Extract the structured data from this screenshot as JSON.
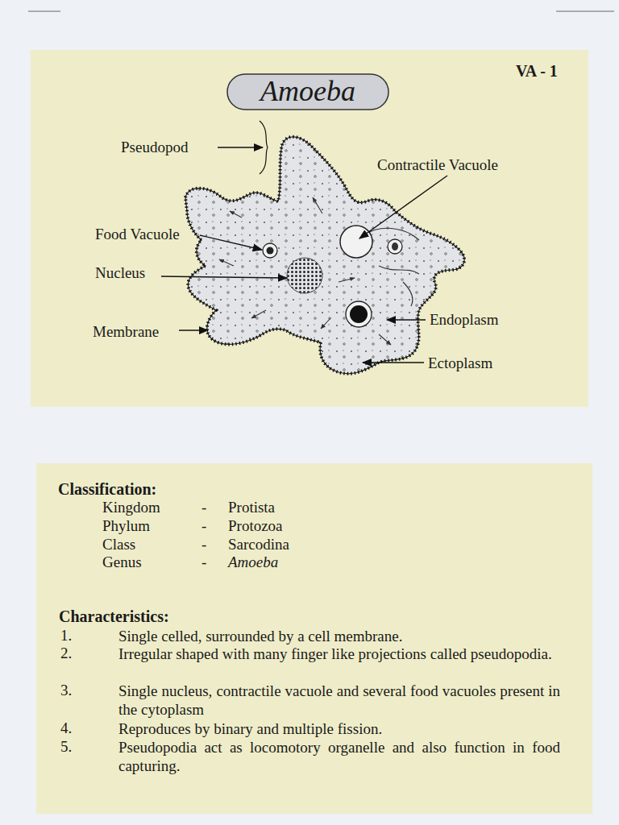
{
  "diagram": {
    "title": "Amoeba",
    "labels": [
      "VA - 1",
      "Pseudopod",
      "Contractile Vacuole",
      "Food Vacuole",
      "Nucleus",
      "Membrane",
      "Endoplasm",
      "Ectoplasm",
      "Classification:",
      "Kingdom",
      "-",
      "Protista",
      "Phylum",
      "-",
      "Protozoa",
      "Class",
      "-",
      "Sarcodina",
      "Genus",
      "-",
      "Amoeba",
      "Characteristics:",
      "1.",
      "Single celled, surrounded by a cell membrane.",
      "2.",
      "Irregular shaped with many finger like projections called pseudopodia.",
      "3.",
      "Single nucleus, contractile vacuole and several food vacuoles present in the cytoplasm",
      "4.",
      "Reproduces by binary and multiple fission.",
      "5.",
      "Pseudopodia act as locomotory organelle and also function in food capturing."
    ]
  }
}
